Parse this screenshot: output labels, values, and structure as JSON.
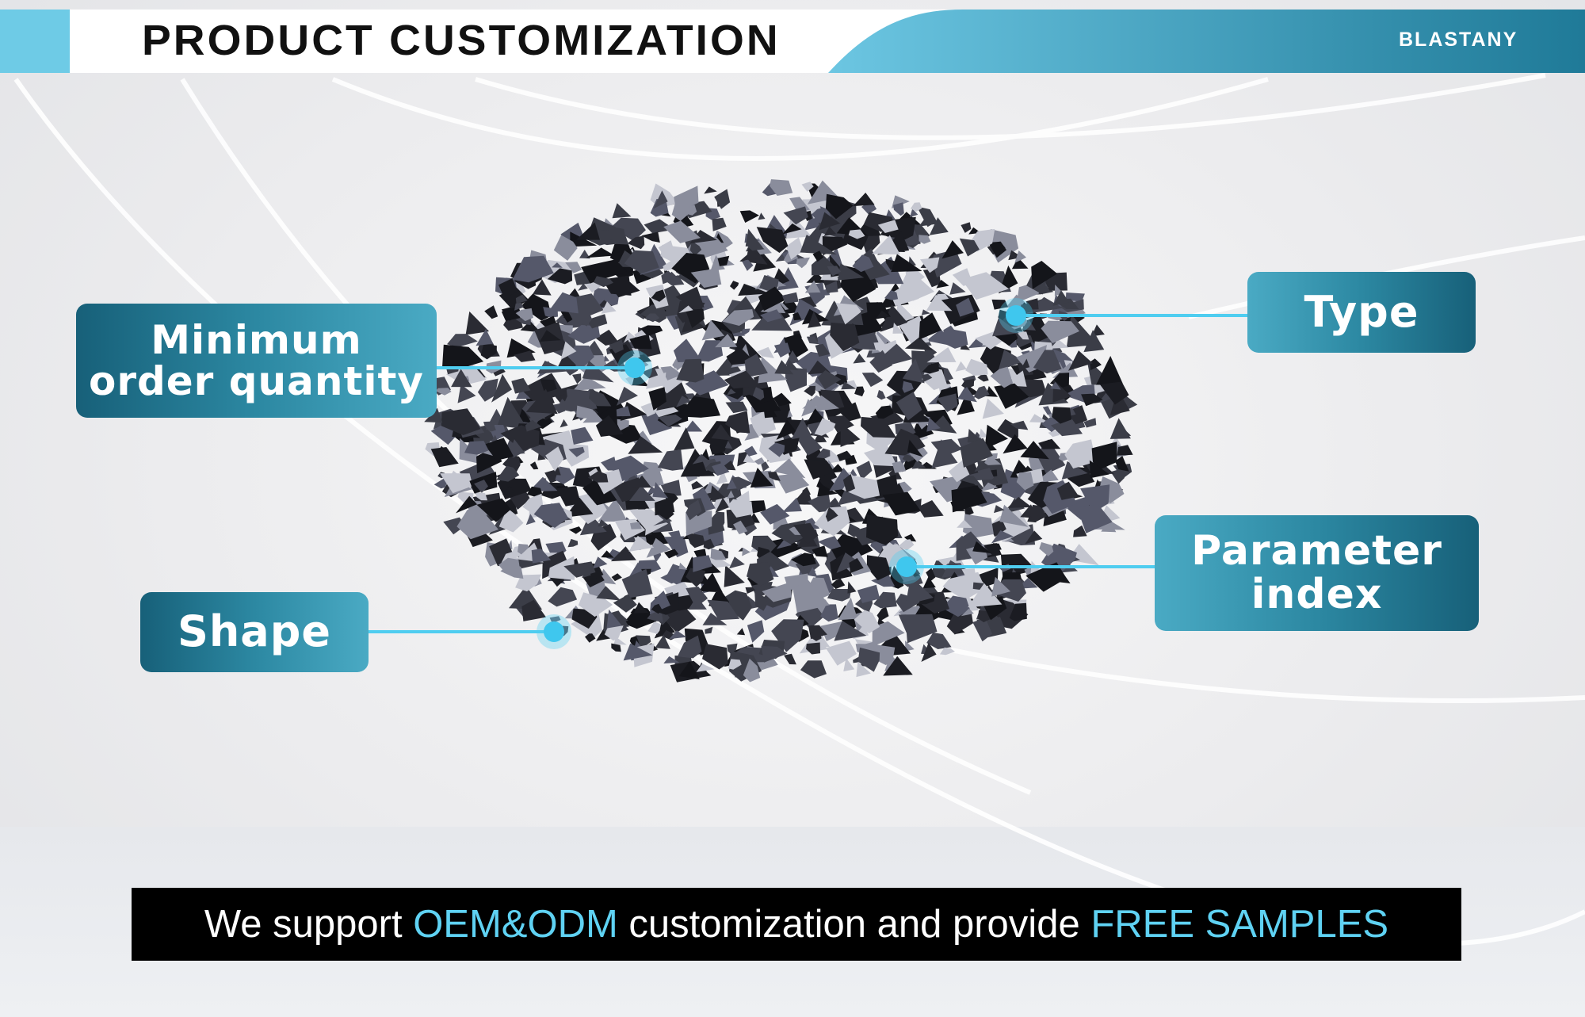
{
  "header": {
    "title": "PRODUCT CUSTOMIZATION",
    "brand": "BLASTANY"
  },
  "labels": {
    "moq_line1": "Minimum",
    "moq_line2": "order quantity",
    "type": "Type",
    "param_line1": "Parameter",
    "param_line2": "index",
    "shape": "Shape"
  },
  "banner": {
    "part1": "We support ",
    "highlight1": "OEM&ODM",
    "part2": " customization and provide ",
    "highlight2": "FREE SAMPLES"
  },
  "colors": {
    "accent": "#4fcdf0",
    "box_dark": "#176079",
    "box_light": "#4aaac4",
    "header_block": "#6ecbe6"
  }
}
